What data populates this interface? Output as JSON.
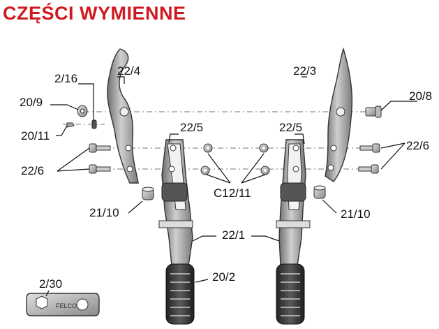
{
  "title": "CZĘŚCI WYMIENNE",
  "colors": {
    "title": "#d0191f",
    "ink": "#111111",
    "metal": "#9a9a9a",
    "grip": "#3a3a3a"
  },
  "labels": {
    "p22_4": "22/4",
    "p22_3": "22/3",
    "p2_16": "2/16",
    "p20_9": "20/9",
    "p20_8": "20/8",
    "p20_11": "20/11",
    "p22_5_left": "22/5",
    "p22_5_right": "22/5",
    "p22_6_left": "22/6",
    "p22_6_right": "22/6",
    "p21_10_left": "21/10",
    "p21_10_right": "21/10",
    "c12_11": "C12/11",
    "p22_1": "22/1",
    "p20_2": "20/2",
    "p2_30": "2/30"
  },
  "wrench_text": "FELCO"
}
